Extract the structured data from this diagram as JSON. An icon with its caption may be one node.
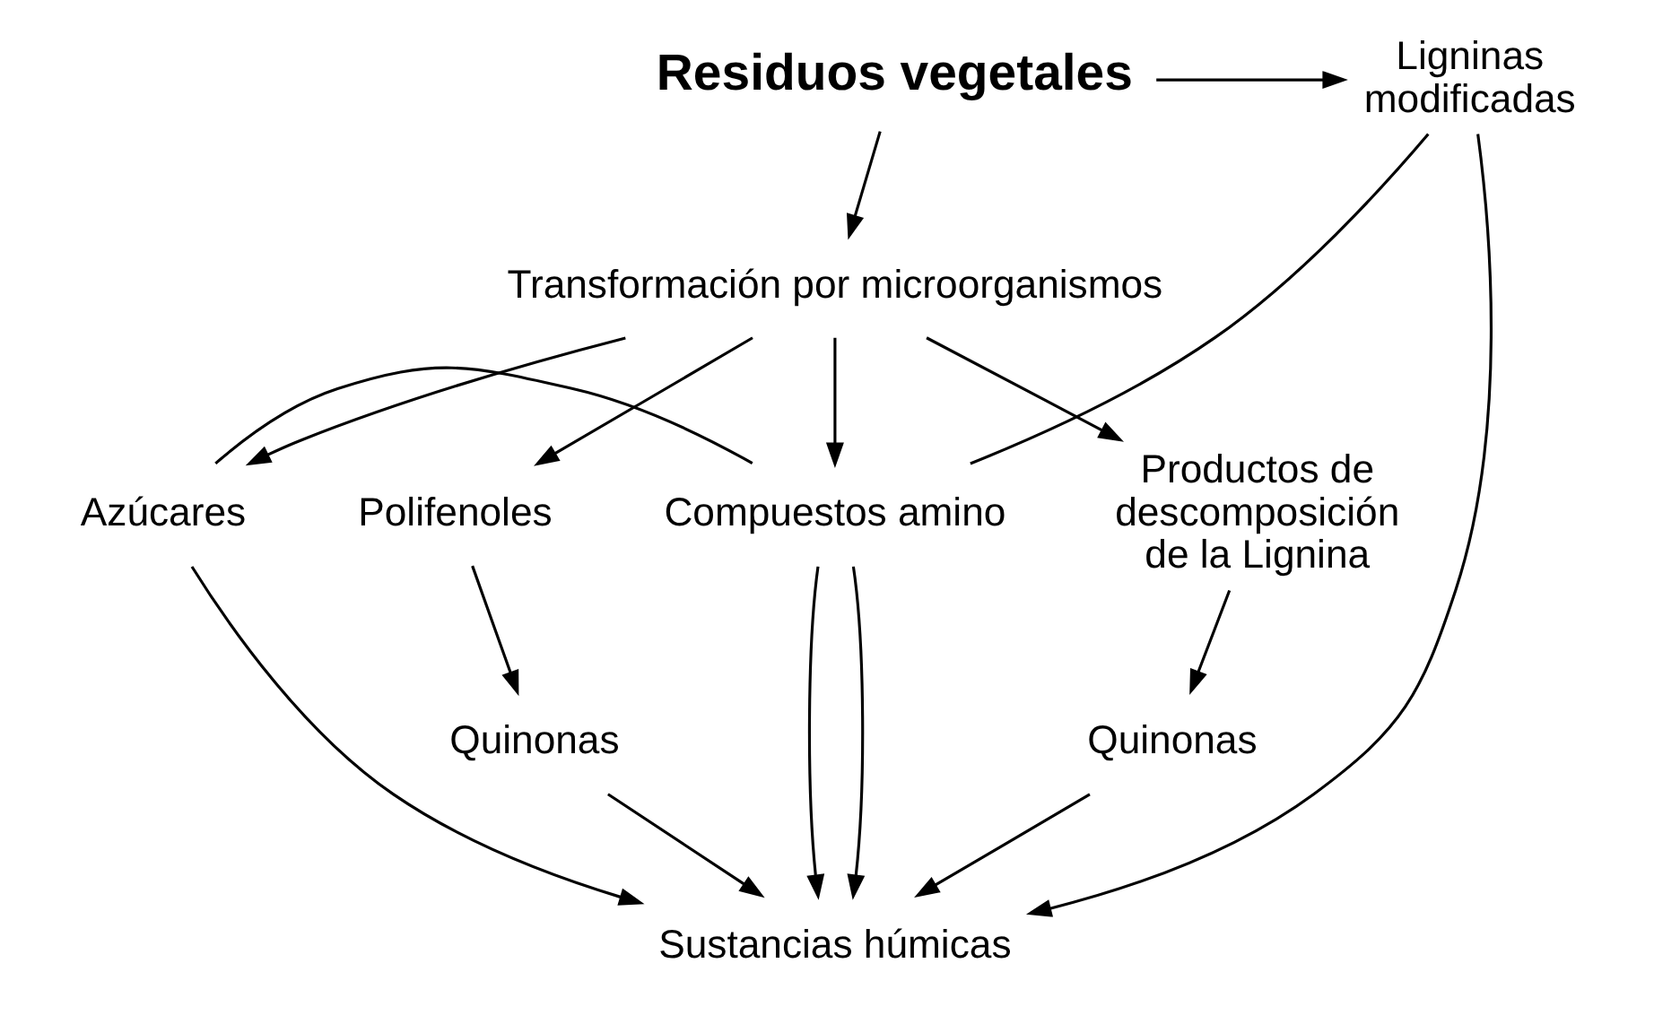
{
  "diagram": {
    "nodes": [
      {
        "text": [
          "Residuos vegetales"
        ]
      },
      {
        "text": [
          "Ligninas modificadas"
        ]
      },
      {
        "text": [
          "Transformación por microorganismos"
        ]
      },
      {
        "text": [
          "Azúcares"
        ]
      },
      {
        "text": [
          "Polifenoles"
        ]
      },
      {
        "text": [
          "Compuestos amino"
        ]
      },
      {
        "text": [
          "Productos de descomposición de la Lignina"
        ]
      },
      {
        "text": [
          "Quinonas"
        ]
      },
      {
        "text": [
          "Quinonas"
        ]
      },
      {
        "text": [
          "Sustancias húmicas"
        ]
      }
    ],
    "edges": [
      {
        "from": 0,
        "to": 1,
        "arrow": "to"
      },
      {
        "from": 0,
        "to": 2,
        "arrow": "to"
      },
      {
        "from": 2,
        "to": 3,
        "arrow": "to"
      },
      {
        "from": 2,
        "to": 4,
        "arrow": "to"
      },
      {
        "from": 2,
        "to": 5,
        "arrow": "to"
      },
      {
        "from": 2,
        "to": 6,
        "arrow": "to"
      },
      {
        "from": 5,
        "to": 3,
        "arrow": "none"
      },
      {
        "from": 5,
        "to": 1,
        "arrow": "none"
      },
      {
        "from": 4,
        "to": 7,
        "arrow": "to"
      },
      {
        "from": 6,
        "to": 8,
        "arrow": "to"
      },
      {
        "from": 7,
        "to": 9,
        "arrow": "to"
      },
      {
        "from": 5,
        "to": 9,
        "arrow": "to"
      },
      {
        "from": 5,
        "to": 9,
        "arrow": "to"
      },
      {
        "from": 8,
        "to": 9,
        "arrow": "to"
      },
      {
        "from": 3,
        "to": 9,
        "arrow": "to"
      },
      {
        "from": 1,
        "to": 9,
        "arrow": "to"
      }
    ]
  }
}
